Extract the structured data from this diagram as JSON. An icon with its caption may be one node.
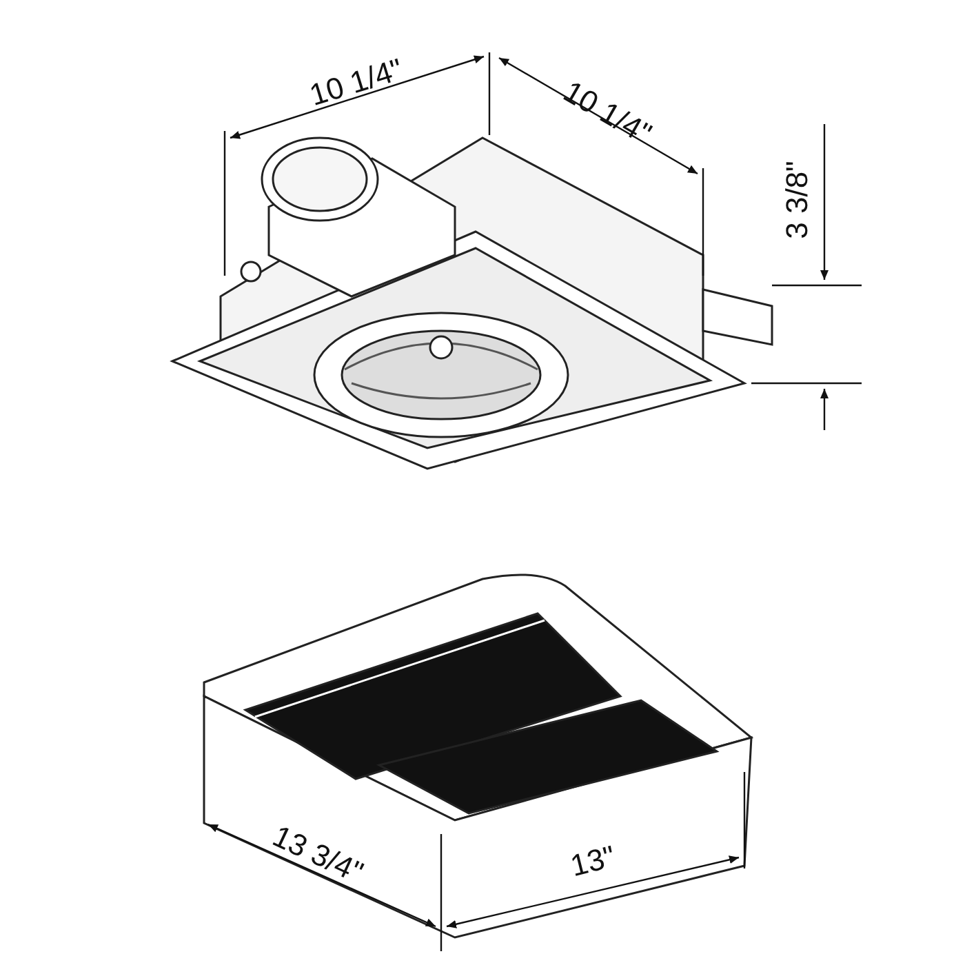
{
  "diagram": {
    "labels": [
      "10 1/4\"",
      "10 1/4\"",
      "3 3/8\"",
      "13 3/4\"",
      "13\""
    ]
  }
}
